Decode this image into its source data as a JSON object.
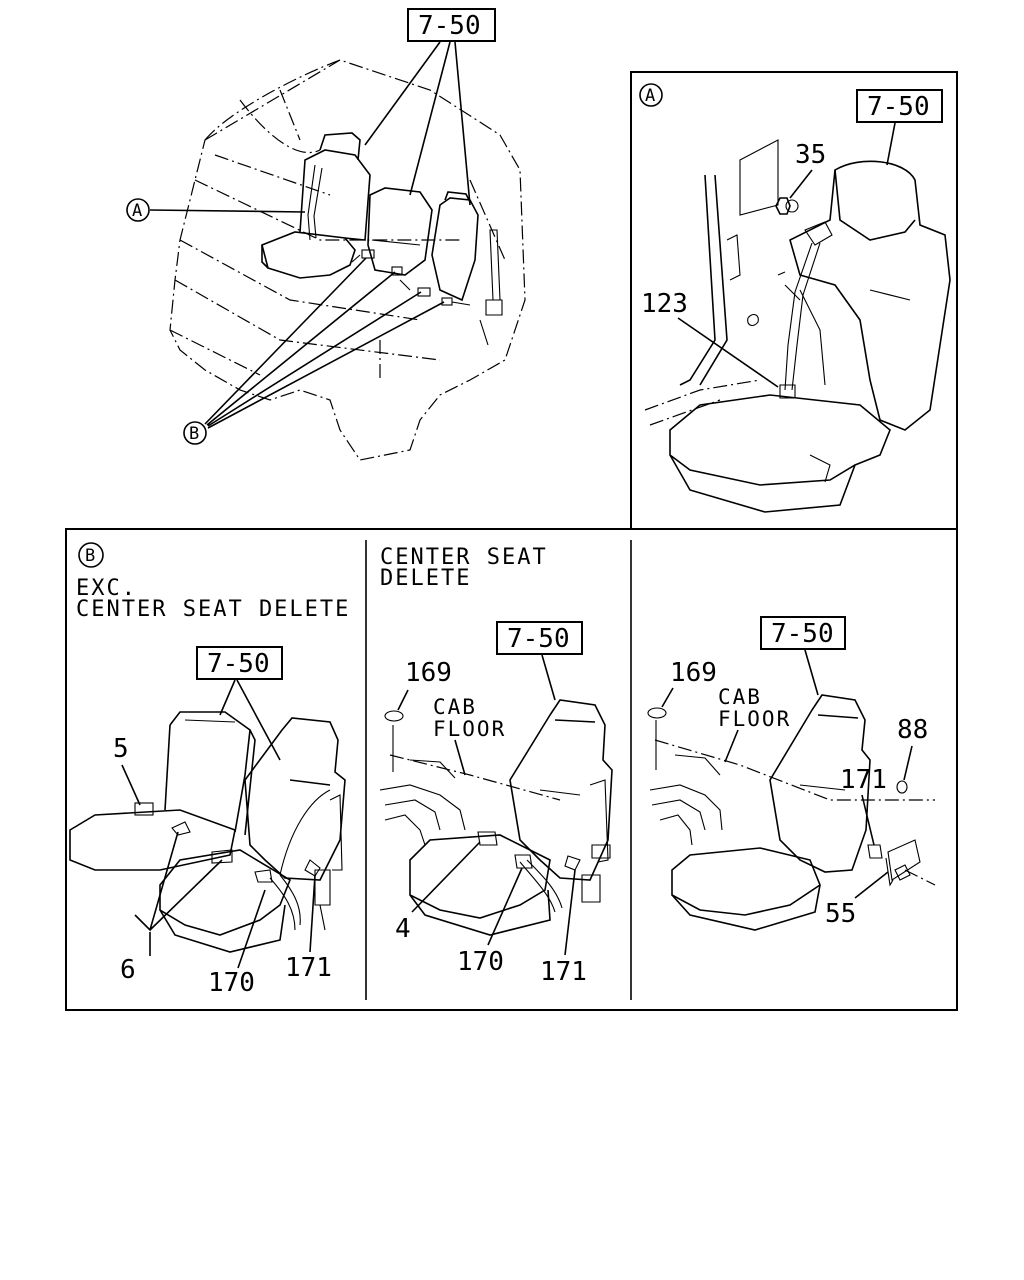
{
  "overview": {
    "ref_box": "7-50",
    "callout_a": "A",
    "callout_b": "B"
  },
  "panel_a": {
    "label": "A",
    "ref_box": "7-50",
    "parts": [
      "35",
      "123"
    ]
  },
  "panel_b1": {
    "label": "B",
    "heading_line1": "EXC.",
    "heading_line2": "CENTER SEAT DELETE",
    "ref_box": "7-50",
    "parts": [
      "5",
      "6",
      "170",
      "171"
    ]
  },
  "panel_b2": {
    "heading_line1": "CENTER SEAT",
    "heading_line2": "DELETE",
    "ref_box": "7-50",
    "floor_line1": "CAB",
    "floor_line2": "FLOOR",
    "parts": [
      "169",
      "4",
      "170",
      "171"
    ]
  },
  "panel_b3": {
    "ref_box": "7-50",
    "floor_line1": "CAB",
    "floor_line2": "FLOOR",
    "parts": [
      "169",
      "88",
      "171",
      "55"
    ]
  }
}
